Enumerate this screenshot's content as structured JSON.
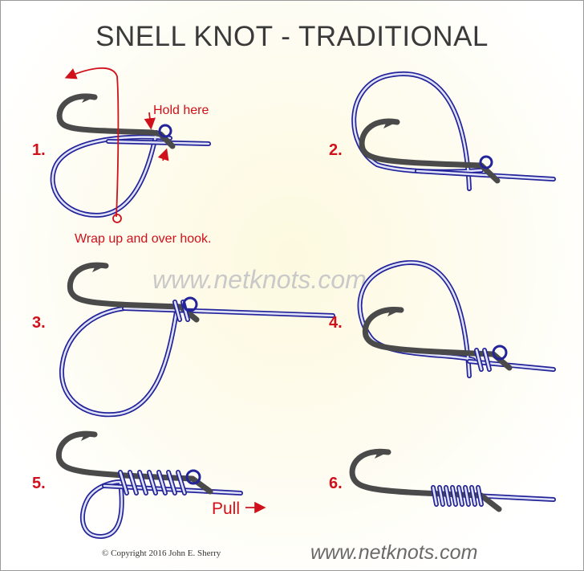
{
  "title": "SNELL KNOT - TRADITIONAL",
  "steps": [
    "1.",
    "2.",
    "3.",
    "4.",
    "5.",
    "6."
  ],
  "annotations": {
    "hold_here": "Hold here",
    "wrap": "Wrap up and over hook.",
    "pull": "Pull"
  },
  "watermark": "www.netknots.com",
  "footer": {
    "copyright": "© Copyright  2016  John E. Sherry",
    "website": "www.netknots.com"
  },
  "colors": {
    "accent": "#d0101a",
    "line": "#23239a",
    "hook": "#4a4a4a"
  }
}
